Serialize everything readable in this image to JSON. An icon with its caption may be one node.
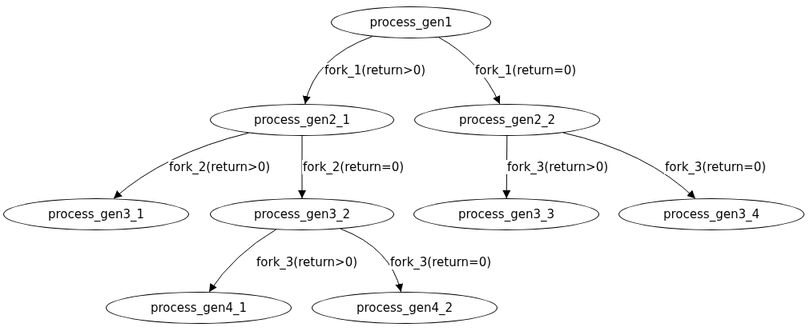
{
  "diagram": {
    "nodes": [
      {
        "text": [
          "process_gen1"
        ]
      },
      {
        "text": [
          "process_gen2_1"
        ]
      },
      {
        "text": [
          "process_gen2_2"
        ]
      },
      {
        "text": [
          "process_gen3_1"
        ]
      },
      {
        "text": [
          "process_gen3_2"
        ]
      },
      {
        "text": [
          "process_gen3_3"
        ]
      },
      {
        "text": [
          "process_gen3_4"
        ]
      },
      {
        "text": [
          "process_gen4_1"
        ]
      },
      {
        "text": [
          "process_gen4_2"
        ]
      }
    ],
    "edges": [
      {
        "from": 0,
        "to": 1,
        "arrow": "to",
        "label": "fork_1(return>0)"
      },
      {
        "from": 0,
        "to": 2,
        "arrow": "to",
        "label": "fork_1(return=0)"
      },
      {
        "from": 1,
        "to": 3,
        "arrow": "to",
        "label": "fork_2(return>0)"
      },
      {
        "from": 1,
        "to": 4,
        "arrow": "to",
        "label": "fork_2(return=0)"
      },
      {
        "from": 2,
        "to": 5,
        "arrow": "to",
        "label": "fork_3(return>0)"
      },
      {
        "from": 2,
        "to": 6,
        "arrow": "to",
        "label": "fork_3(return=0)"
      },
      {
        "from": 4,
        "to": 7,
        "arrow": "to",
        "label": "fork_3(return>0)"
      },
      {
        "from": 4,
        "to": 8,
        "arrow": "to",
        "label": "fork_3(return=0)"
      }
    ]
  }
}
